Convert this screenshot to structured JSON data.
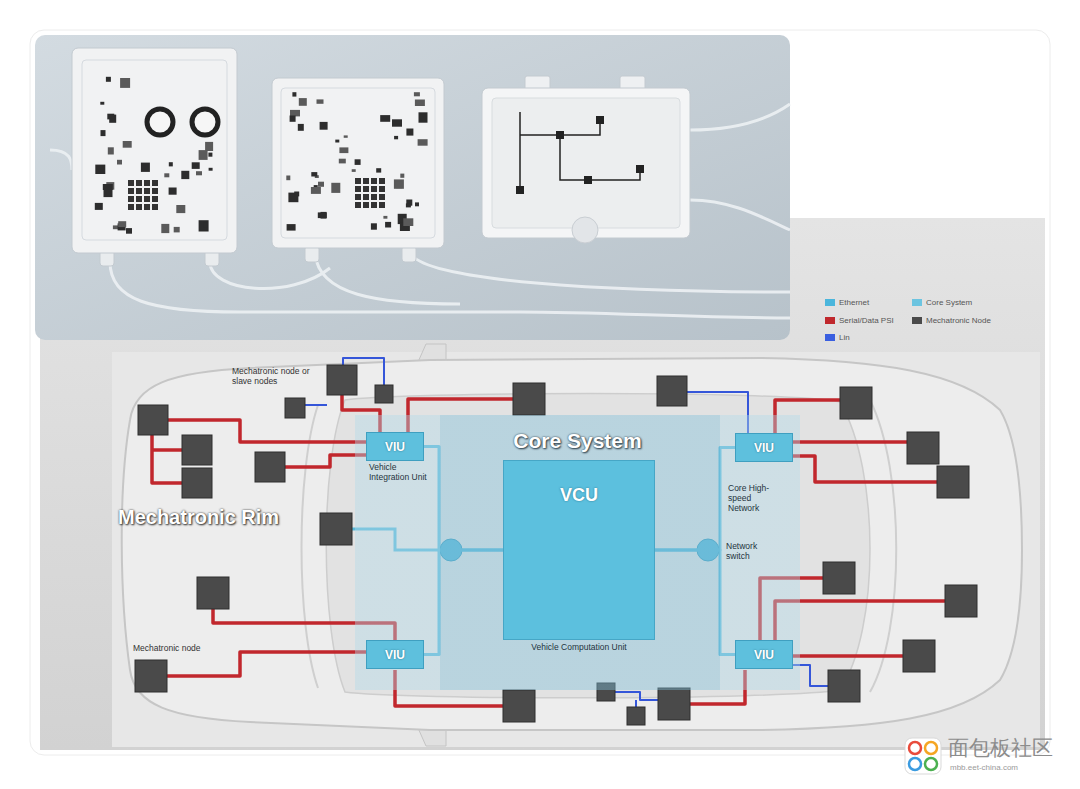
{
  "diagram": {
    "nodes": [
      {
        "text": [
          "Core System"
        ]
      },
      {
        "text": [
          "VIU",
          "Vehicle Integration Unit"
        ],
        "in": 0
      },
      {
        "text": [
          "VCU",
          "Vehicle Computation Unit"
        ],
        "in": 0
      },
      {
        "text": [
          "VIU"
        ],
        "in": 0
      },
      {
        "text": [
          "VIU"
        ],
        "in": 0
      },
      {
        "text": [
          "VIU"
        ],
        "in": 0
      }
    ],
    "edges": [
      {
        "from": 1,
        "to": 2,
        "arrow": "none"
      },
      {
        "from": 3,
        "to": 2,
        "arrow": "none"
      },
      {
        "from": 4,
        "to": 2,
        "arrow": "none"
      },
      {
        "from": 5,
        "to": 2,
        "arrow": "none"
      }
    ],
    "labels": [
      "Mechatronic node or slave nodes",
      "Mechatronic Rim",
      "Core High-speed Network",
      "Network switch",
      "Mechatronic node",
      "面包板社区",
      "mbb.eet-china.com"
    ],
    "legend": [
      {
        "text": "Ethernet",
        "color": "#4bb6dc"
      },
      {
        "text": "Core System",
        "color": "#6cc4e0"
      },
      {
        "text": "Serial/Data PSI",
        "color": "#c0282d"
      },
      {
        "text": "Mechatronic Node",
        "color": "#4a4a4a"
      },
      {
        "text": "Lin",
        "color": "#3a5fe0"
      }
    ]
  }
}
